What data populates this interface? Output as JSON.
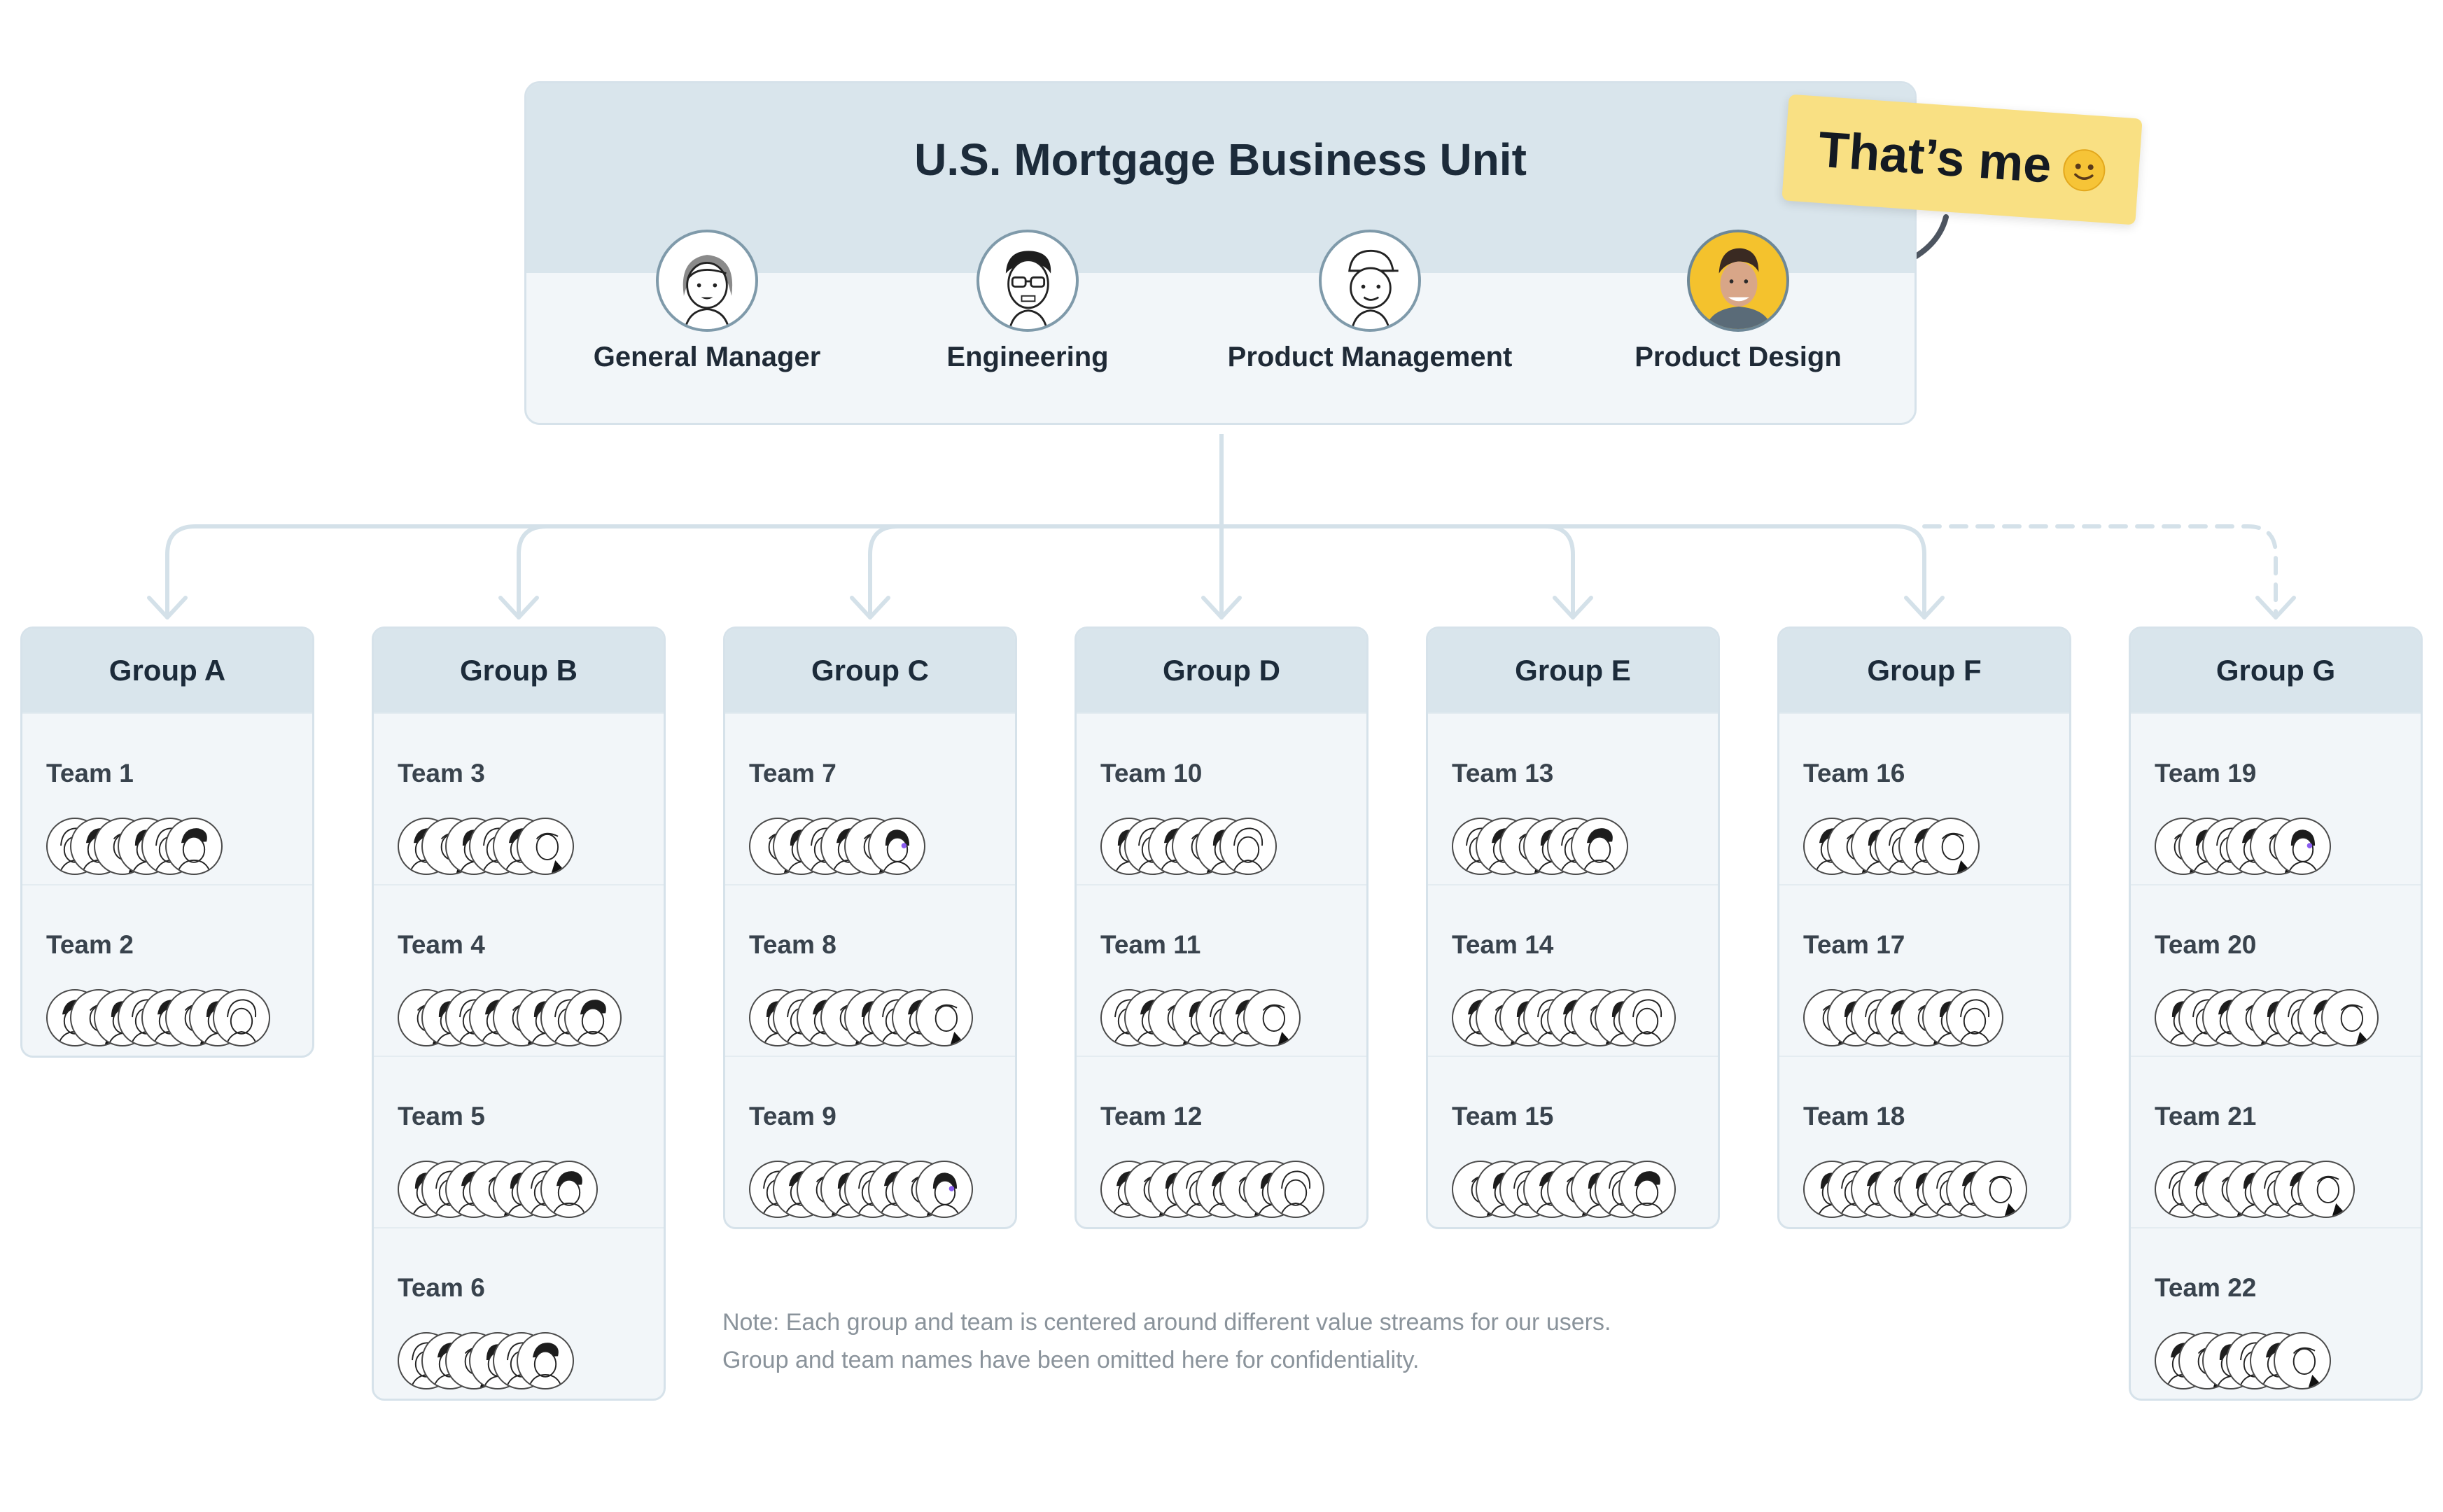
{
  "business_unit": {
    "title": "U.S. Mortgage Business Unit",
    "roles": [
      {
        "label": "General Manager",
        "icon": "woman-avatar-icon"
      },
      {
        "label": "Engineering",
        "icon": "man-glasses-avatar-icon"
      },
      {
        "label": "Product Management",
        "icon": "man-cap-avatar-icon"
      },
      {
        "label": "Product Design",
        "icon": "photo-avatar-icon"
      }
    ]
  },
  "sticker": {
    "text": "That’s me",
    "icon": "smiley-emoji-icon",
    "color": "#f9e083"
  },
  "groups": [
    {
      "name": "Group A",
      "teams": [
        {
          "name": "Team 1",
          "members": 6
        },
        {
          "name": "Team 2",
          "members": 8
        }
      ]
    },
    {
      "name": "Group B",
      "teams": [
        {
          "name": "Team 3",
          "members": 6
        },
        {
          "name": "Team 4",
          "members": 8
        },
        {
          "name": "Team 5",
          "members": 7
        },
        {
          "name": "Team 6",
          "members": 6
        }
      ]
    },
    {
      "name": "Group C",
      "teams": [
        {
          "name": "Team 7",
          "members": 6
        },
        {
          "name": "Team 8",
          "members": 8
        },
        {
          "name": "Team 9",
          "members": 8
        }
      ]
    },
    {
      "name": "Group D",
      "teams": [
        {
          "name": "Team 10",
          "members": 6
        },
        {
          "name": "Team 11",
          "members": 7
        },
        {
          "name": "Team 12",
          "members": 8
        }
      ]
    },
    {
      "name": "Group E",
      "teams": [
        {
          "name": "Team 13",
          "members": 6
        },
        {
          "name": "Team 14",
          "members": 8
        },
        {
          "name": "Team 15",
          "members": 8
        }
      ]
    },
    {
      "name": "Group F",
      "teams": [
        {
          "name": "Team 16",
          "members": 6
        },
        {
          "name": "Team 17",
          "members": 7
        },
        {
          "name": "Team 18",
          "members": 8
        }
      ]
    },
    {
      "name": "Group G",
      "teams": [
        {
          "name": "Team 19",
          "members": 6
        },
        {
          "name": "Team 20",
          "members": 8
        },
        {
          "name": "Team 21",
          "members": 7
        },
        {
          "name": "Team 22",
          "members": 6
        }
      ]
    }
  ],
  "note": {
    "line1": "Note: Each group and team is centered around different value streams for our users.",
    "line2": "Group and team names have been omitted here for confidentiality."
  },
  "colors": {
    "card_header": "#d9e5ec",
    "card_body": "#f2f6f9",
    "connector": "#d4e1e9",
    "accent_dot": "#8a5cf0"
  }
}
